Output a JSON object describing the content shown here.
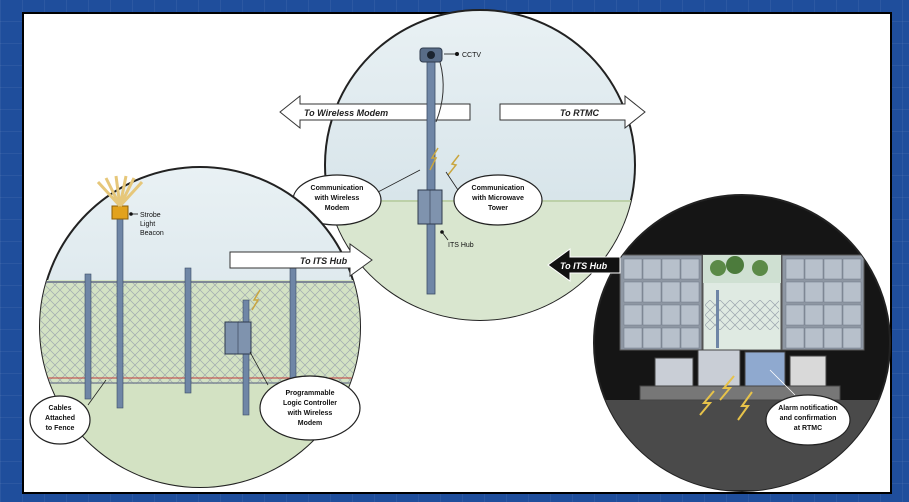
{
  "labels": {
    "cctv": "CCTV",
    "to_wireless_modem": "To Wireless Modem",
    "to_rtmc": "To RTMC",
    "comm_wireless_l1": "Communication",
    "comm_wireless_l2": "with Wireless",
    "comm_wireless_l3": "Modem",
    "comm_microwave_l1": "Communication",
    "comm_microwave_l2": "with Microwave",
    "comm_microwave_l3": "Tower",
    "its_hub": "ITS Hub",
    "strobe_l1": "Strobe",
    "strobe_l2": "Light",
    "strobe_l3": "Beacon",
    "to_its_hub_left": "To ITS Hub",
    "to_its_hub_right": "To ITS Hub",
    "plc_l1": "Programmable",
    "plc_l2": "Logic Controller",
    "plc_l3": "with Wireless",
    "plc_l4": "Modem",
    "cables_l1": "Cables",
    "cables_l2": "Attached",
    "cables_l3": "to Fence",
    "alarm_l1": "Alarm notification",
    "alarm_l2": "and confirmation",
    "alarm_l3": "at RTMC"
  },
  "colors": {
    "slide_bg": "#1f4e9c",
    "sky": "#dde9ee",
    "grass": "#cfe0b8",
    "pole": "#6f86a6",
    "control_room": "#151515",
    "arrow_fill": "#ffffff",
    "arrow_dark": "#111111"
  }
}
